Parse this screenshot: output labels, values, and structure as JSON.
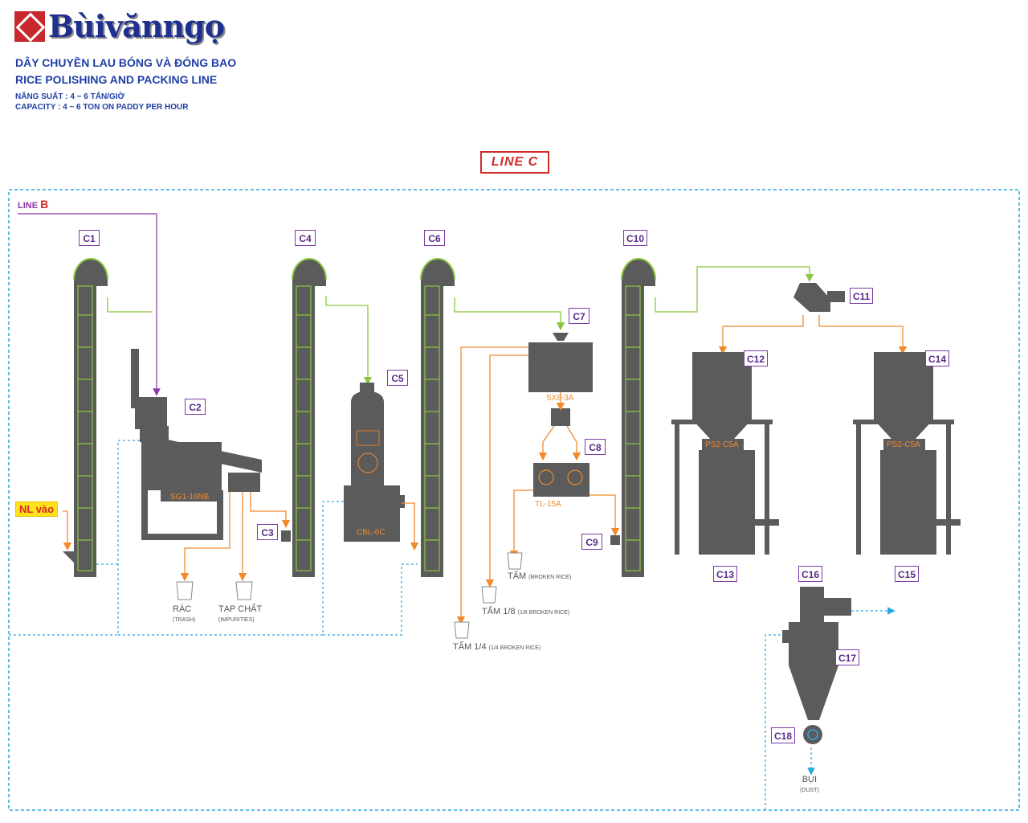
{
  "brand": {
    "logo_text": "Bùivănngọ"
  },
  "header": {
    "title_vi": "DÂY CHUYỀN LAU BÓNG VÀ ĐÓNG BAO",
    "title_en": "RICE POLISHING AND PACKING LINE",
    "capacity_vi": "NĂNG SUẤT : 4 ~ 6 TẤN/GIỜ",
    "capacity_en": "CAPACITY : 4 ~ 6 TON ON PADDY PER HOUR"
  },
  "diagram": {
    "title": "LINE C",
    "line_b_prefix": "LINE",
    "line_b_letter": "B",
    "input_label": "NL vào",
    "labels": [
      "C1",
      "C2",
      "C3",
      "C4",
      "C5",
      "C6",
      "C7",
      "C8",
      "C9",
      "C10",
      "C11",
      "C12",
      "C13",
      "C14",
      "C15",
      "C16",
      "C17",
      "C18"
    ],
    "machine_models": {
      "c2": "SG1-16NB",
      "c5": "CBL-6C",
      "c7": "SX8-3A",
      "c8": "TL-15A",
      "c12": "PS2-C5A",
      "c14": "PS2-C5A"
    },
    "outputs": [
      {
        "name": "RÁC",
        "sub": "(TRASH)"
      },
      {
        "name": "TẠP CHẤT",
        "sub": "(IMPURITIES)"
      },
      {
        "name": "TẤM",
        "sub": "(BROKEN RICE)"
      },
      {
        "name": "TẤM 1/8",
        "sub": "(1/8 BROKEN RICE)"
      },
      {
        "name": "TẤM 1/4",
        "sub": "(1/4 BROKEN RICE)"
      },
      {
        "name": "BỤI",
        "sub": "(DUST)"
      }
    ]
  },
  "colors": {
    "machine": "#5b5b5b",
    "flow_green": "#8cc63f",
    "flow_orange": "#f08a2c",
    "flow_purple": "#8b3aa8",
    "dust_line": "#29a8e0",
    "label_border": "#7a3ba6",
    "title_red": "#d42a2a",
    "header_blue": "#1f3fa6"
  }
}
